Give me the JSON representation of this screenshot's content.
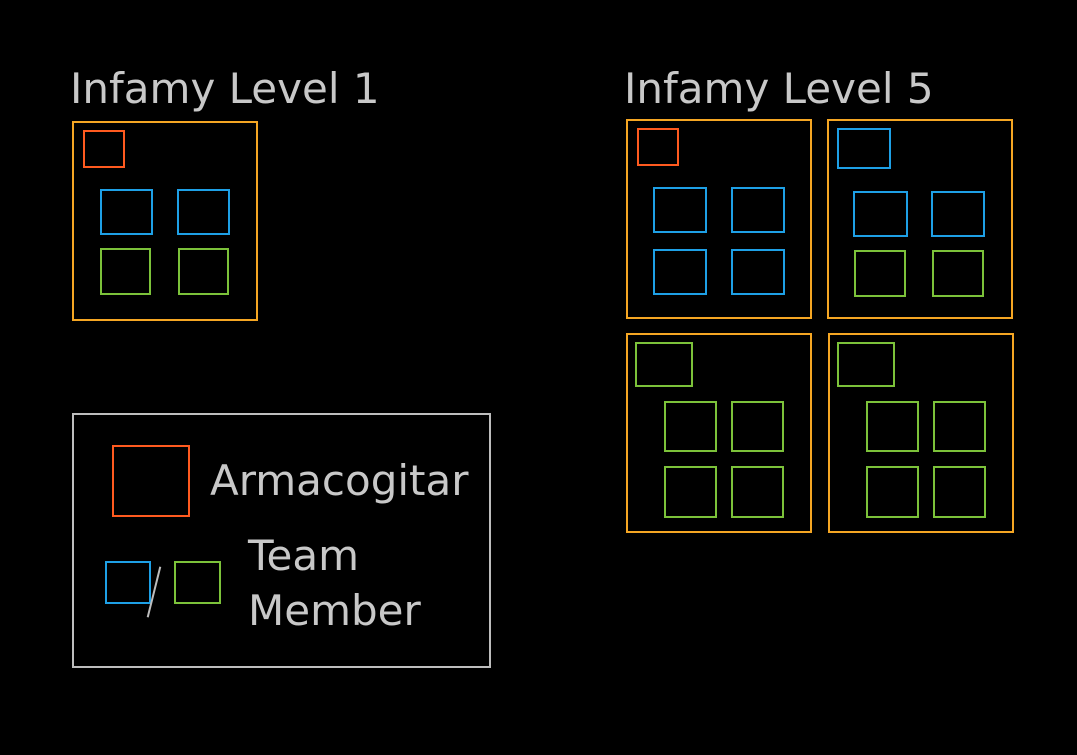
{
  "titles": {
    "level1": "Infamy Level 1",
    "level5": "Infamy Level 5"
  },
  "legend": {
    "armacogitar_label": "Armacogitar",
    "team_member_line1": "Team",
    "team_member_line2": "Member"
  },
  "colors": {
    "background": "#000000",
    "group_border": "#f5a623",
    "armacogitar": "#ff5a1f",
    "team_blue": "#1ea0e6",
    "team_green": "#7cc23a",
    "text": "#c8c8c8"
  }
}
